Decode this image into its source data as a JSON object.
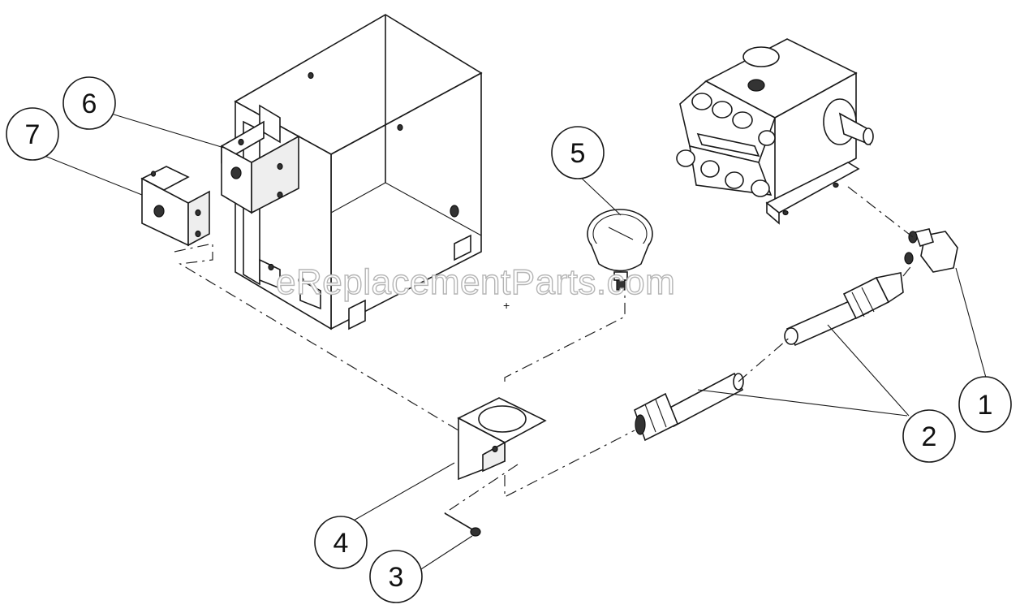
{
  "watermark": "eReplacementParts.com",
  "callouts": [
    {
      "id": "1",
      "label": "1"
    },
    {
      "id": "2",
      "label": "2"
    },
    {
      "id": "3",
      "label": "3"
    },
    {
      "id": "4",
      "label": "4"
    },
    {
      "id": "5",
      "label": "5"
    },
    {
      "id": "6",
      "label": "6"
    },
    {
      "id": "7",
      "label": "7"
    }
  ],
  "parts": [
    {
      "callout": "1",
      "icon": "elbow-fitting-icon"
    },
    {
      "callout": "2",
      "icon": "hose-assembly-icon"
    },
    {
      "callout": "3",
      "icon": "screw-icon"
    },
    {
      "callout": "4",
      "icon": "gauge-bracket-icon"
    },
    {
      "callout": "5",
      "icon": "pressure-gauge-icon"
    },
    {
      "callout": "6",
      "icon": "mounting-bracket-icon"
    },
    {
      "callout": "7",
      "icon": "small-bracket-icon"
    },
    {
      "callout": "",
      "icon": "pump-icon"
    },
    {
      "callout": "",
      "icon": "pump-enclosure-icon"
    }
  ]
}
